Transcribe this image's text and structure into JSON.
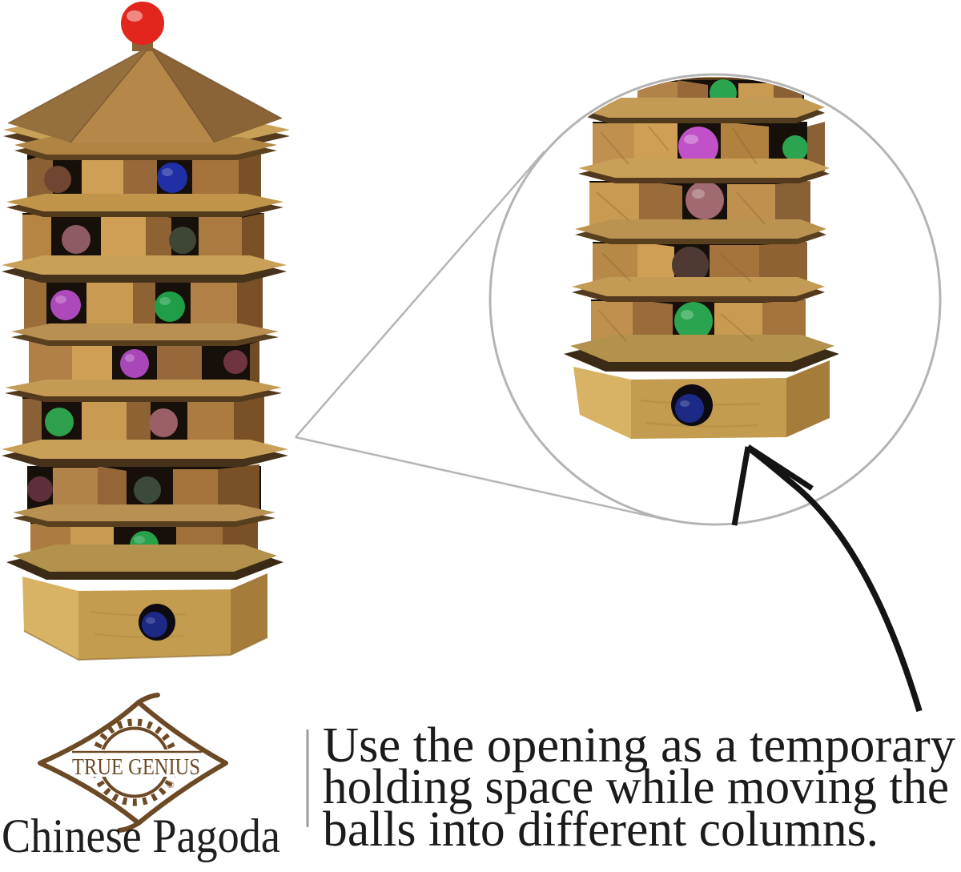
{
  "brand": {
    "logo_text": "TRUE GENIUS",
    "registered_mark": "®",
    "product_name": "Chinese Pagoda",
    "logo_color": "#6d4a26",
    "product_name_color": "#1f1f1f"
  },
  "caption": {
    "lines": [
      "Use the opening as a temporary",
      "holding space while moving the",
      "balls into different columns."
    ],
    "text_color": "#1b1b1b",
    "divider_color": "#9c9c9c"
  },
  "illustration": {
    "connector_color": "#b5b5b5",
    "ring_color": "#b4b4b4",
    "arrow_color": "#141414",
    "main_pagoda": {
      "finial_color": "#e3261d",
      "balls": [
        {
          "position": "row-1-left",
          "color": "#6f4632"
        },
        {
          "position": "row-1-center",
          "color": "#1f2fa6"
        },
        {
          "position": "row-2-left",
          "color": "#8e5a63"
        },
        {
          "position": "row-2-center",
          "color": "#3f4636"
        },
        {
          "position": "row-3-left",
          "color": "#ad49bb"
        },
        {
          "position": "row-3-center",
          "color": "#1f9e47"
        },
        {
          "position": "row-4-center",
          "color": "#a946b8"
        },
        {
          "position": "row-4-right",
          "color": "#6e3440"
        },
        {
          "position": "row-5-left",
          "color": "#2fa04c"
        },
        {
          "position": "row-5-center",
          "color": "#9a6066"
        },
        {
          "position": "row-6-left",
          "color": "#5e2f3a"
        },
        {
          "position": "row-6-center",
          "color": "#3c4a3c"
        },
        {
          "position": "row-7-center",
          "color": "#27a14a"
        },
        {
          "position": "base-opening",
          "color": "#1c2a86"
        }
      ]
    },
    "inset": {
      "balls": [
        {
          "position": "top-center",
          "color": "#2aa44e"
        },
        {
          "position": "row-1-center",
          "color": "#c051c8"
        },
        {
          "position": "row-1-right",
          "color": "#2aa44e"
        },
        {
          "position": "row-2-center",
          "color": "#a06a6e"
        },
        {
          "position": "row-3-center",
          "color": "#4e3a33"
        },
        {
          "position": "row-4-center",
          "color": "#2aa44e"
        },
        {
          "position": "base-opening",
          "color": "#1c2a86"
        }
      ]
    }
  }
}
